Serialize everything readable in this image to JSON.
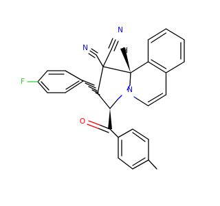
{
  "molecule": {
    "atom_labels": [
      {
        "id": "N_cyano1",
        "text": "N",
        "color": "#0000ff"
      },
      {
        "id": "N_cyano2",
        "text": "N",
        "color": "#0000ff"
      },
      {
        "id": "N_ring",
        "text": "N",
        "color": "#0000ff"
      },
      {
        "id": "O_carbonyl",
        "text": "O",
        "color": "#ff0000"
      },
      {
        "id": "F_aryl",
        "text": "F",
        "color": "#33cc33"
      },
      {
        "id": "H_stereo",
        "text": "H",
        "color": "#000000"
      }
    ]
  }
}
